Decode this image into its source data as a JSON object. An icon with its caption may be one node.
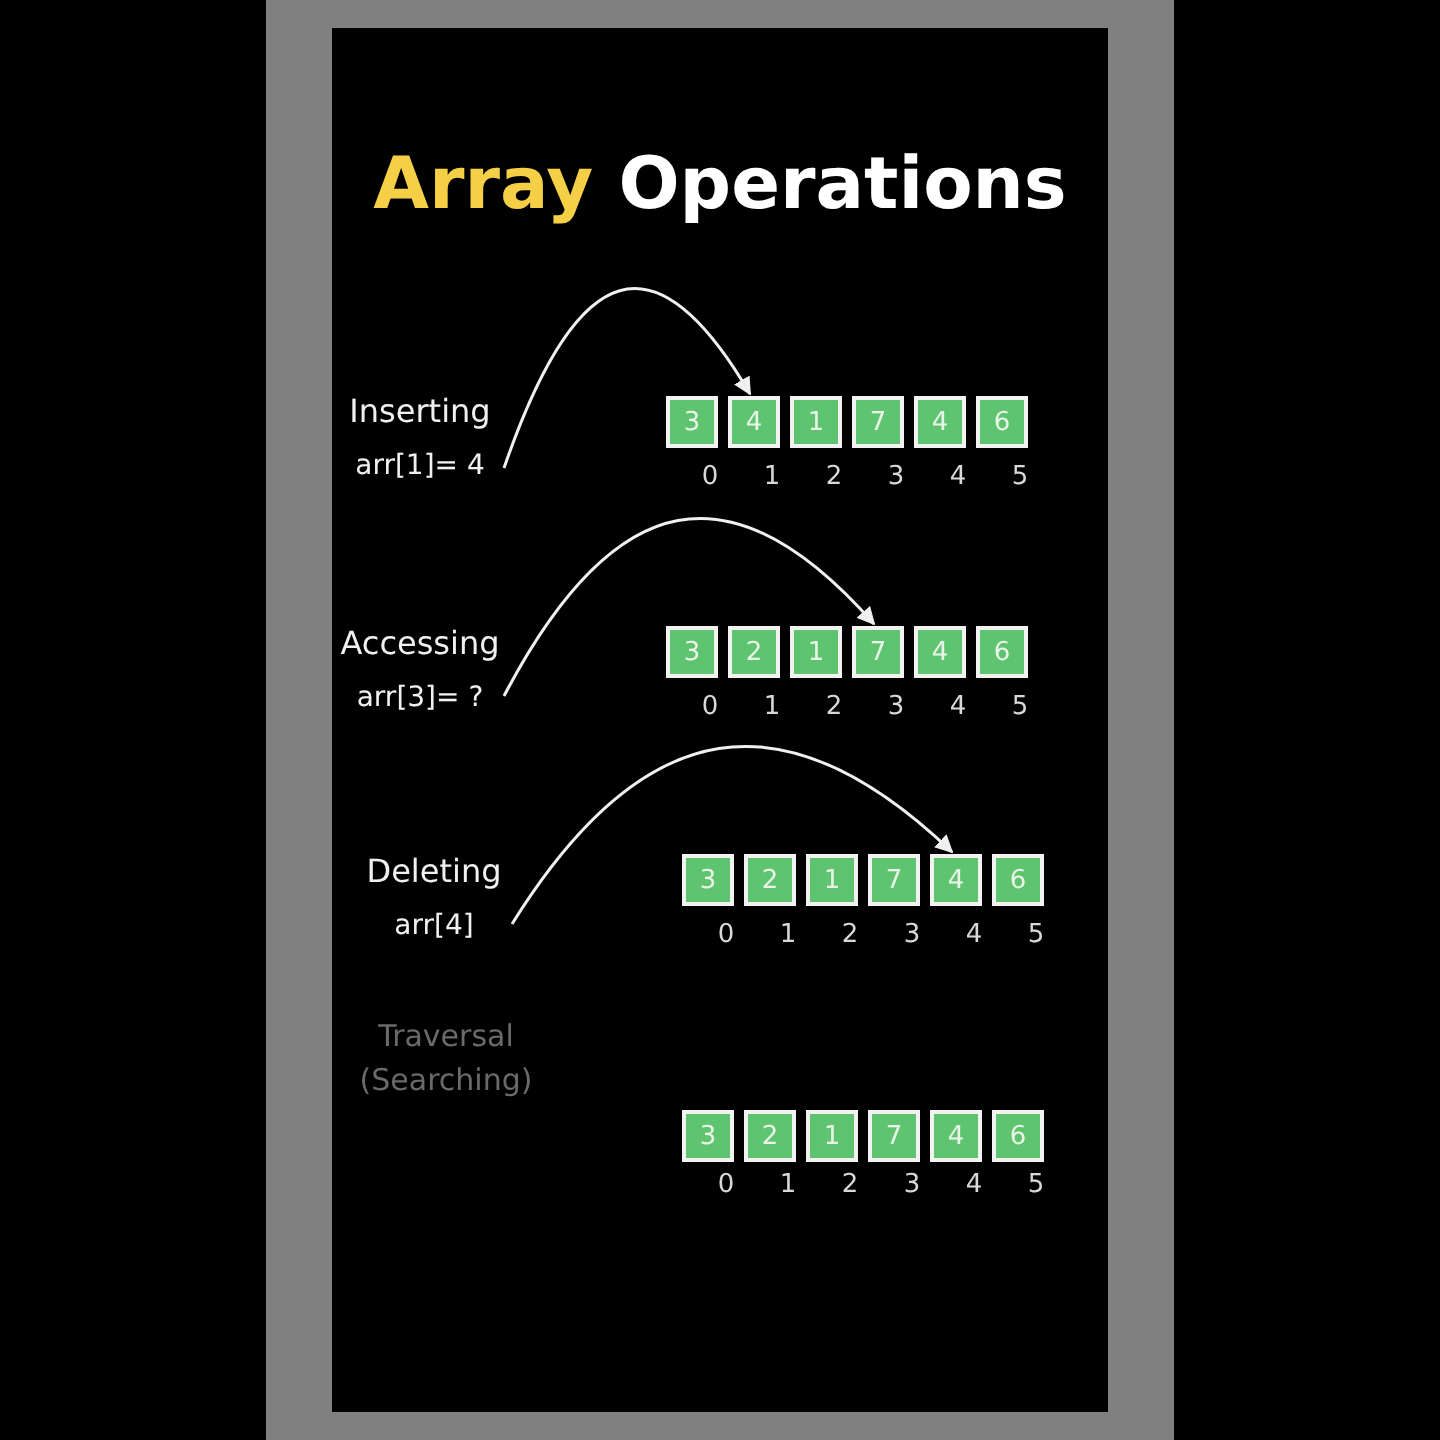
{
  "diagram": {
    "title": "Array Operations",
    "nodes": [
      {
        "text": [
          "Inserting",
          "arr[1]= 4"
        ]
      },
      {
        "text": [
          "3"
        ]
      },
      {
        "text": [
          "4"
        ]
      },
      {
        "text": [
          "1"
        ]
      },
      {
        "text": [
          "7"
        ]
      },
      {
        "text": [
          "4"
        ]
      },
      {
        "text": [
          "6"
        ]
      },
      {
        "text": [
          "Accessing",
          "arr[3]= ?"
        ]
      },
      {
        "text": [
          "3"
        ]
      },
      {
        "text": [
          "2"
        ]
      },
      {
        "text": [
          "1"
        ]
      },
      {
        "text": [
          "7"
        ]
      },
      {
        "text": [
          "4"
        ]
      },
      {
        "text": [
          "6"
        ]
      },
      {
        "text": [
          "Deleting",
          "arr[4]"
        ]
      },
      {
        "text": [
          "3"
        ]
      },
      {
        "text": [
          "2"
        ]
      },
      {
        "text": [
          "1"
        ]
      },
      {
        "text": [
          "7"
        ]
      },
      {
        "text": [
          "4"
        ]
      },
      {
        "text": [
          "6"
        ]
      },
      {
        "text": [
          "3"
        ]
      },
      {
        "text": [
          "2"
        ]
      },
      {
        "text": [
          "1"
        ]
      },
      {
        "text": [
          "7"
        ]
      },
      {
        "text": [
          "4"
        ]
      },
      {
        "text": [
          "6"
        ]
      }
    ],
    "edges": [
      {
        "from": 0,
        "to": 2,
        "arrow": "to"
      },
      {
        "from": 7,
        "to": 11,
        "arrow": "to"
      },
      {
        "from": 14,
        "to": 19,
        "arrow": "to"
      }
    ],
    "labels": [
      "0",
      "1",
      "2",
      "3",
      "4",
      "5",
      "0",
      "1",
      "2",
      "3",
      "4",
      "5",
      "0",
      "1",
      "2",
      "3",
      "4",
      "5",
      "Traversal (Searching)",
      "0",
      "1",
      "2",
      "3",
      "4",
      "5"
    ]
  }
}
